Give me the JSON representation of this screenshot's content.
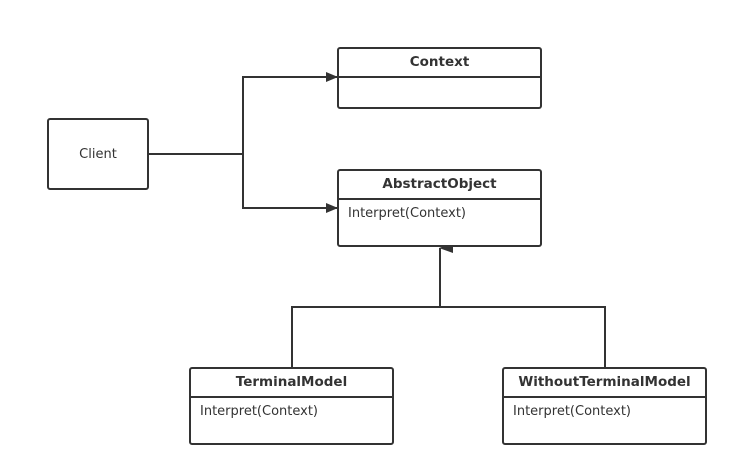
{
  "client": {
    "label": "Client"
  },
  "context": {
    "title": "Context",
    "members": ""
  },
  "abstract_object": {
    "title": "AbstractObject",
    "method": "Interpret(Context)"
  },
  "terminal_model": {
    "title": "TerminalModel",
    "method": "Interpret(Context)"
  },
  "without_terminal_model": {
    "title": "WithoutTerminalModel",
    "method": "Interpret(Context)"
  },
  "colors": {
    "stroke": "#333333",
    "background": "#ffffff"
  }
}
